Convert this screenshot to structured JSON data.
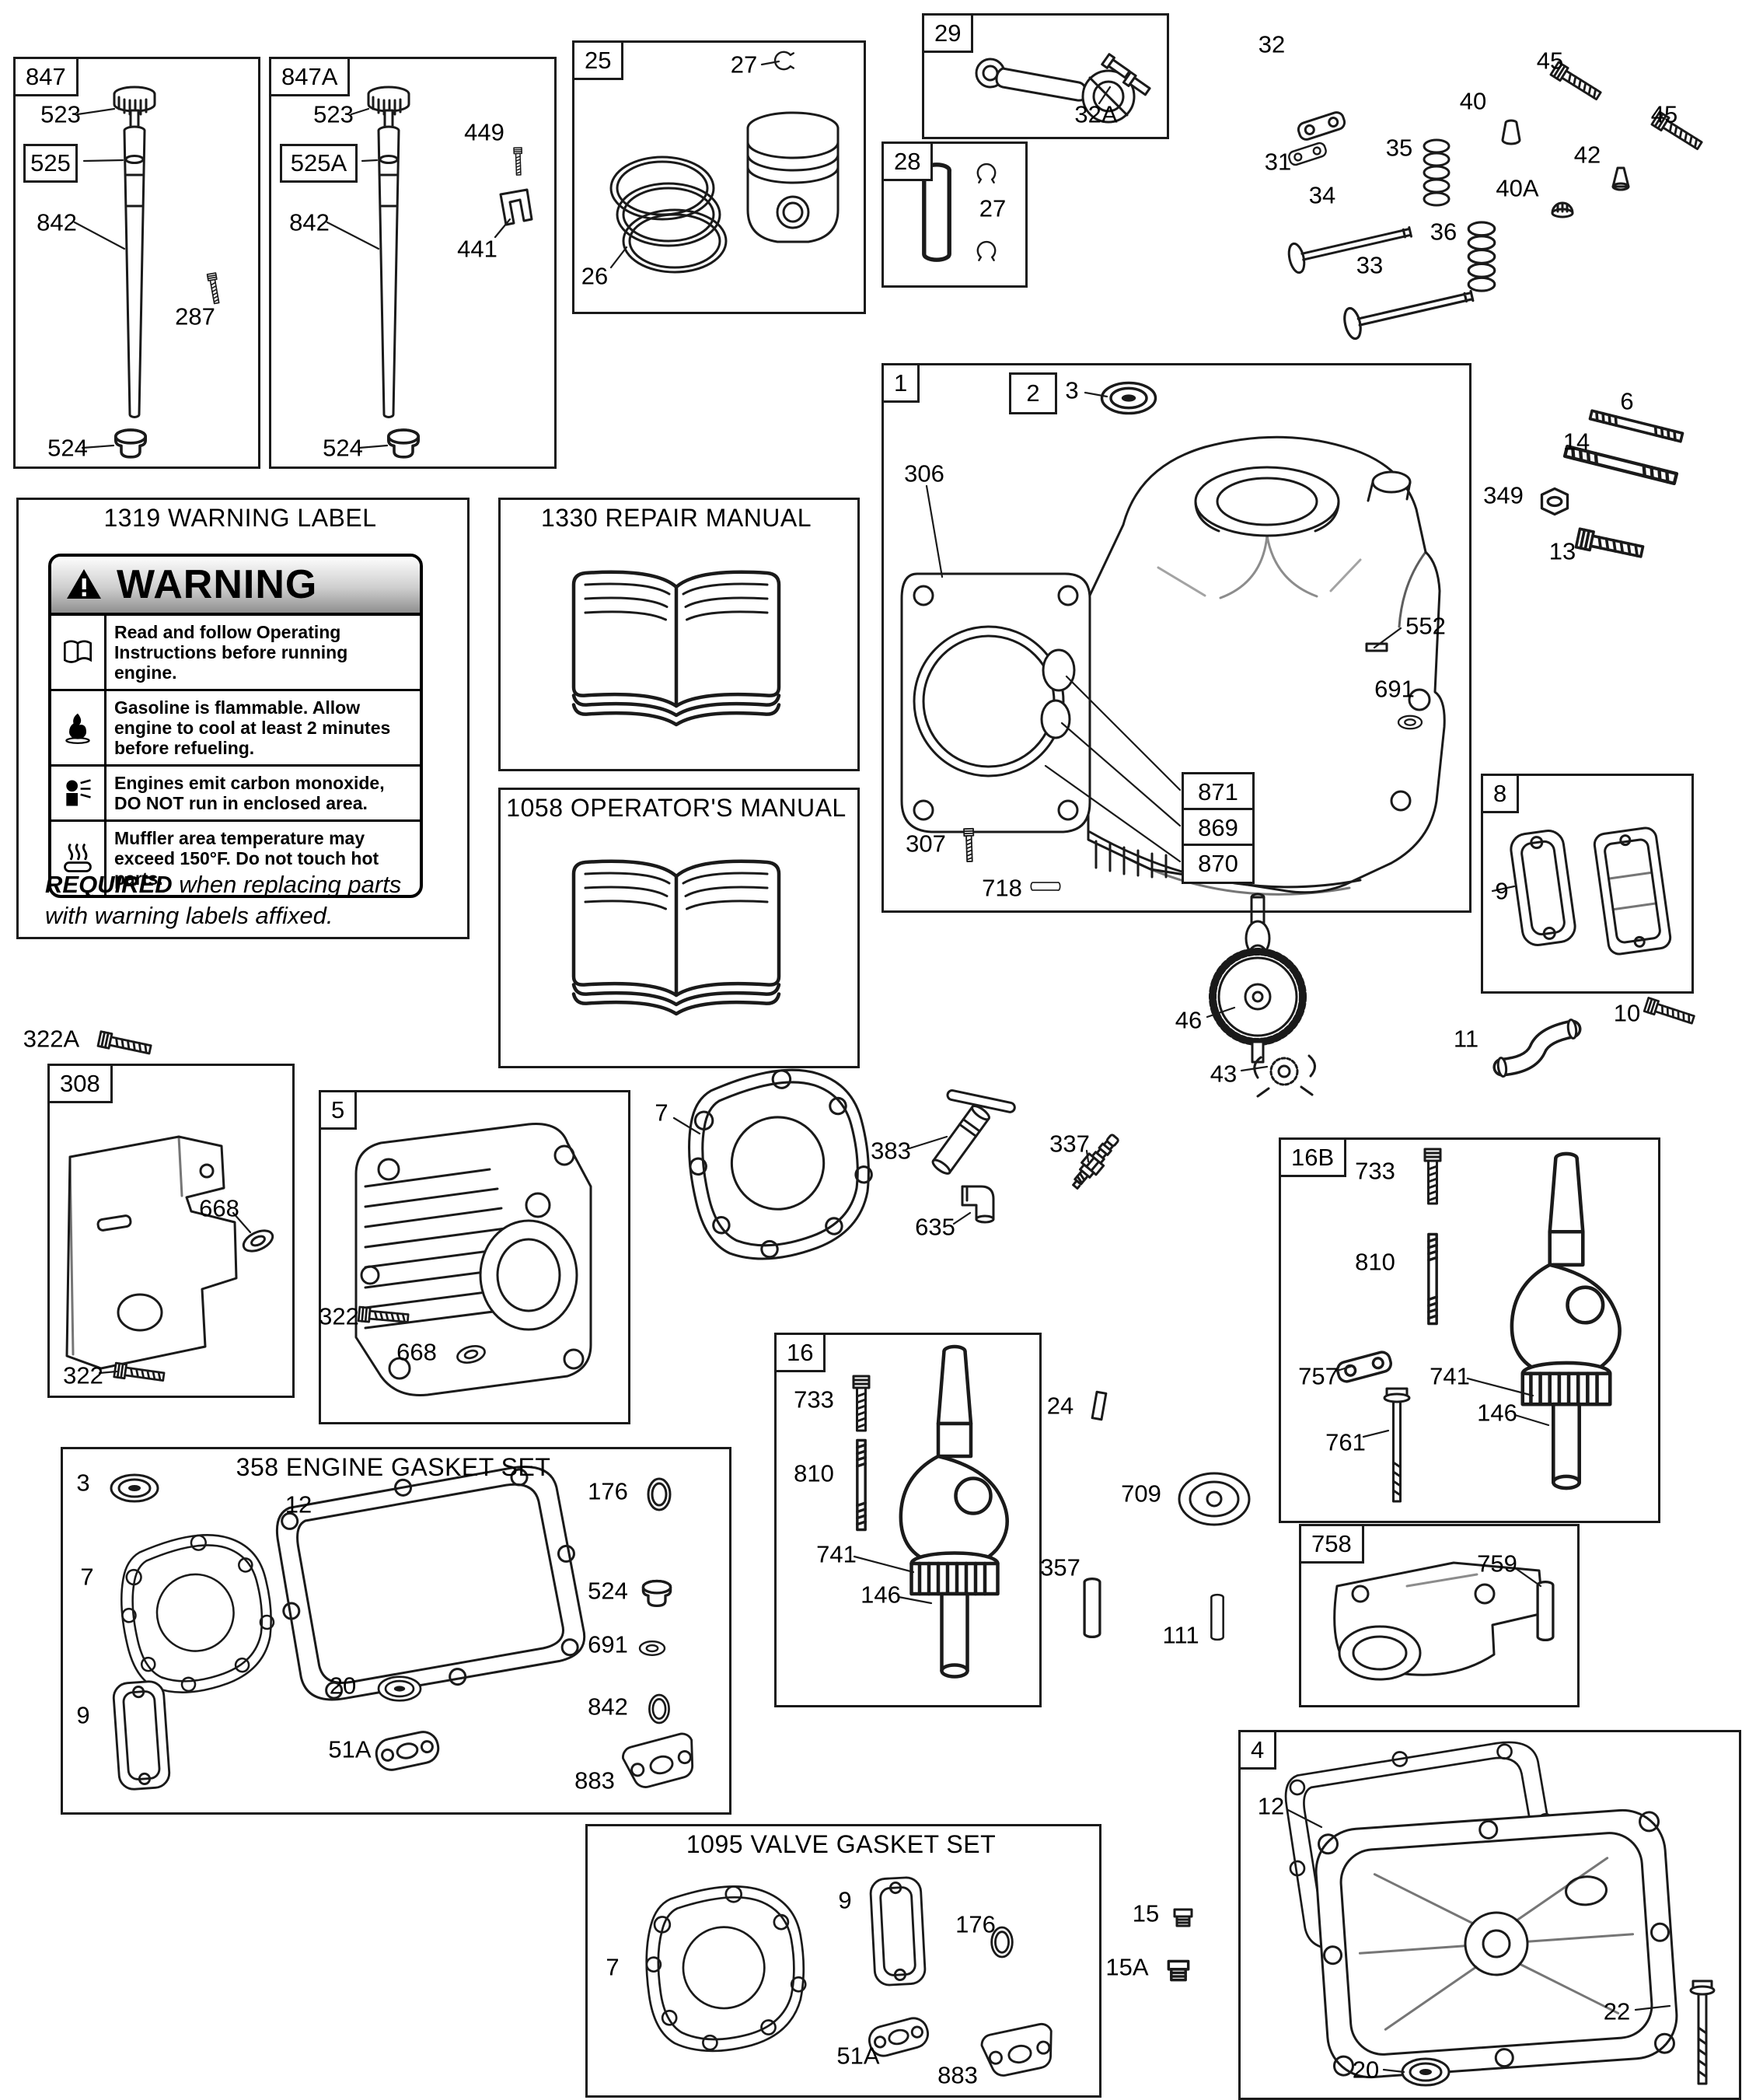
{
  "labels": {
    "n1": "1",
    "n2": "2",
    "n3": "3",
    "n4": "4",
    "n5": "5",
    "n6": "6",
    "n7": "7",
    "n8": "8",
    "n9": "9",
    "n10": "10",
    "n11": "11",
    "n12": "12",
    "n13": "13",
    "n14": "14",
    "n15": "15",
    "n15A": "15A",
    "n16": "16",
    "n16B": "16B",
    "n20": "20",
    "n22": "22",
    "n24": "24",
    "n25": "25",
    "n26": "26",
    "n27": "27",
    "n28": "28",
    "n29": "29",
    "n31": "31",
    "n32": "32",
    "n32A": "32A",
    "n33": "33",
    "n34": "34",
    "n35": "35",
    "n36": "36",
    "n40": "40",
    "n40A": "40A",
    "n42": "42",
    "n43": "43",
    "n45": "45",
    "n46": "46",
    "n51A": "51A",
    "n111": "111",
    "n146": "146",
    "n176": "176",
    "n287": "287",
    "n306": "306",
    "n307": "307",
    "n308": "308",
    "n322": "322",
    "n322A": "322A",
    "n337": "337",
    "n349": "349",
    "n357": "357",
    "n383": "383",
    "n441": "441",
    "n449": "449",
    "n523": "523",
    "n524": "524",
    "n525": "525",
    "n525A": "525A",
    "n552": "552",
    "n635": "635",
    "n668": "668",
    "n691": "691",
    "n709": "709",
    "n718": "718",
    "n733": "733",
    "n741": "741",
    "n757": "757",
    "n758": "758",
    "n759": "759",
    "n761": "761",
    "n810": "810",
    "n842": "842",
    "n847": "847",
    "n847A": "847A",
    "n869": "869",
    "n870": "870",
    "n871": "871",
    "n883": "883"
  },
  "titles": {
    "warning_label": "1319 WARNING LABEL",
    "repair_manual": "1330 REPAIR MANUAL",
    "operators_manual": "1058 OPERATOR'S MANUAL",
    "engine_gasket_set": "358 ENGINE GASKET SET",
    "valve_gasket_set": "1095 VALVE GASKET SET"
  },
  "warning": {
    "header": "WARNING",
    "rows": [
      "Read and follow Operating Instructions before running engine.",
      "Gasoline is flammable. Allow engine to cool at least 2 minutes before refueling.",
      "Engines emit carbon monoxide, DO NOT run in enclosed area.",
      "Muffler area temperature may exceed 150°F.  Do not touch hot parts."
    ],
    "req_bold": "REQUIRED",
    "req_rest": " when replacing parts",
    "req_line2": "with warning labels affixed."
  }
}
